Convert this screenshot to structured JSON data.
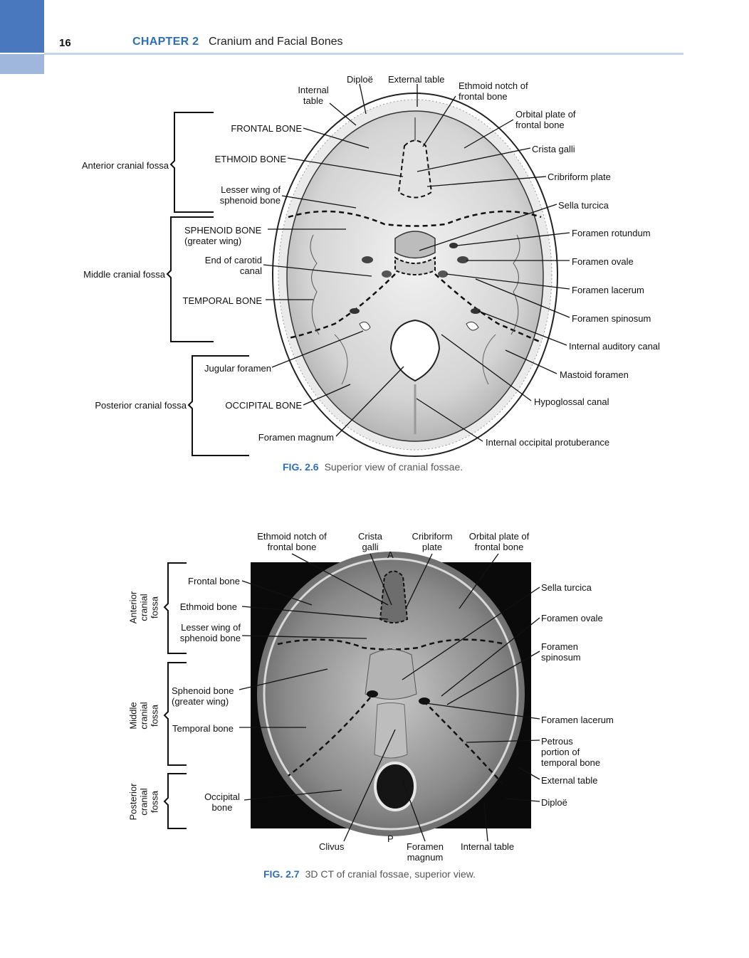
{
  "header": {
    "page_number": "16",
    "chapter": "CHAPTER 2",
    "chapter_title": "Cranium and Facial Bones"
  },
  "fig26": {
    "caption_number": "FIG. 2.6",
    "caption_text": "Superior view of cranial fossae.",
    "fossae": {
      "anterior": "Anterior cranial fossa",
      "middle": "Middle cranial fossa",
      "posterior": "Posterior cranial fossa"
    },
    "left_labels": {
      "frontal_bone": "FRONTAL BONE",
      "ethmoid_bone": "ETHMOID BONE",
      "lesser_wing_1": "Lesser wing of",
      "lesser_wing_2": "sphenoid bone",
      "sphenoid_1": "SPHENOID BONE",
      "sphenoid_2": "(greater wing)",
      "carotid_1": "End of carotid",
      "carotid_2": "canal",
      "temporal_bone": "TEMPORAL BONE",
      "jugular_foramen": "Jugular foramen",
      "occipital_bone": "OCCIPITAL BONE",
      "foramen_magnum": "Foramen magnum"
    },
    "top_labels": {
      "internal_table_1": "Internal",
      "internal_table_2": "table",
      "diploe": "Diploë",
      "external_table": "External table",
      "ethmoid_notch_1": "Ethmoid notch of",
      "ethmoid_notch_2": "frontal bone"
    },
    "right_labels": {
      "orbital_plate_1": "Orbital plate of",
      "orbital_plate_2": "frontal bone",
      "crista_galli": "Crista galli",
      "cribriform_plate": "Cribriform plate",
      "sella_turcica": "Sella turcica",
      "foramen_rotundum": "Foramen rotundum",
      "foramen_ovale": "Foramen ovale",
      "foramen_lacerum": "Foramen lacerum",
      "foramen_spinosum": "Foramen spinosum",
      "internal_auditory_canal": "Internal auditory canal",
      "mastoid_foramen": "Mastoid foramen",
      "hypoglossal_canal": "Hypoglossal canal",
      "internal_occipital_protuberance": "Internal occipital protuberance"
    }
  },
  "fig27": {
    "caption_number": "FIG. 2.7",
    "caption_text": "3D CT of cranial fossae, superior view.",
    "orientation": {
      "anterior": "A",
      "posterior": "P"
    },
    "fossae": {
      "anterior_1": "Anterior",
      "anterior_2": "cranial",
      "anterior_3": "fossa",
      "middle_1": "Middle",
      "middle_2": "cranial",
      "middle_3": "fossa",
      "posterior_1": "Posterior",
      "posterior_2": "cranial",
      "posterior_3": "fossa"
    },
    "top_labels": {
      "ethmoid_notch_1": "Ethmoid notch of",
      "ethmoid_notch_2": "frontal bone",
      "crista_1": "Crista",
      "crista_2": "galli",
      "cribriform_1": "Cribriform",
      "cribriform_2": "plate",
      "orbital_1": "Orbital plate of",
      "orbital_2": "frontal bone"
    },
    "left_labels": {
      "frontal_bone": "Frontal bone",
      "ethmoid_bone": "Ethmoid bone",
      "lesser_wing_1": "Lesser wing of",
      "lesser_wing_2": "sphenoid bone",
      "sphenoid_1": "Sphenoid bone",
      "sphenoid_2": "(greater wing)",
      "temporal_bone": "Temporal bone",
      "occipital_1": "Occipital",
      "occipital_2": "bone"
    },
    "right_labels": {
      "sella_turcica": "Sella turcica",
      "foramen_ovale": "Foramen ovale",
      "foramen_spinosum_1": "Foramen",
      "foramen_spinosum_2": "spinosum",
      "foramen_lacerum": "Foramen lacerum",
      "petrous_1": "Petrous",
      "petrous_2": "portion of",
      "petrous_3": "temporal bone",
      "external_table": "External table",
      "diploe": "Diploë"
    },
    "bottom_labels": {
      "clivus": "Clivus",
      "foramen_magnum_1": "Foramen",
      "foramen_magnum_2": "magnum",
      "internal_table": "Internal table"
    }
  }
}
